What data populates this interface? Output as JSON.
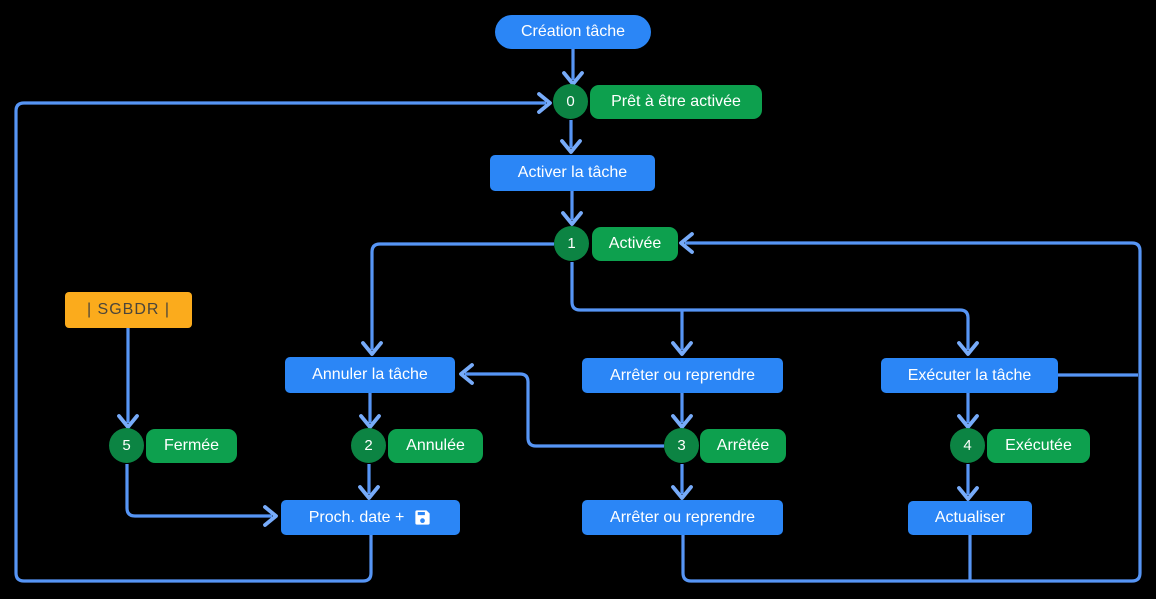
{
  "diagram": {
    "nodes": {
      "creation": {
        "label": "Création tâche"
      },
      "state0": {
        "number": "0",
        "label": "Prêt à être activée"
      },
      "activer": {
        "label": "Activer la tâche"
      },
      "state1": {
        "number": "1",
        "label": "Activée"
      },
      "sgbdr": {
        "label": "| SGBDR |"
      },
      "state5": {
        "number": "5",
        "label": "Fermée"
      },
      "annuler": {
        "label": "Annuler la tâche"
      },
      "state2": {
        "number": "2",
        "label": "Annulée"
      },
      "proch_date": {
        "label": "Proch. date +",
        "icon": "save-icon"
      },
      "arreter_haut": {
        "label": "Arrêter ou reprendre"
      },
      "state3": {
        "number": "3",
        "label": "Arrêtée"
      },
      "arreter_bas": {
        "label": "Arrêter ou reprendre"
      },
      "executer": {
        "label": "Exécuter la tâche"
      },
      "state4": {
        "number": "4",
        "label": "Exécutée"
      },
      "actualiser": {
        "label": "Actualiser"
      }
    },
    "edges": [
      {
        "from": "Création tâche",
        "to": "0 Prêt à être activée"
      },
      {
        "from": "0 Prêt à être activée",
        "to": "Activer la tâche"
      },
      {
        "from": "Activer la tâche",
        "to": "1 Activée"
      },
      {
        "from": "1 Activée",
        "to": "Annuler la tâche"
      },
      {
        "from": "1 Activée",
        "to": "Arrêter ou reprendre (haut)"
      },
      {
        "from": "1 Activée",
        "to": "Exécuter la tâche"
      },
      {
        "from": "| SGBDR |",
        "to": "5 Fermée"
      },
      {
        "from": "5 Fermée",
        "to": "Proch. date +"
      },
      {
        "from": "Annuler la tâche",
        "to": "2 Annulée"
      },
      {
        "from": "2 Annulée",
        "to": "Proch. date +"
      },
      {
        "from": "3 Arrêtée",
        "to": "Annuler la tâche"
      },
      {
        "from": "Arrêter ou reprendre (haut)",
        "to": "3 Arrêtée"
      },
      {
        "from": "3 Arrêtée",
        "to": "Arrêter ou reprendre (bas)"
      },
      {
        "from": "Exécuter la tâche",
        "to": "4 Exécutée"
      },
      {
        "from": "4 Exécutée",
        "to": "Actualiser"
      },
      {
        "from": "Proch. date +",
        "to": "0 Prêt à être activée"
      },
      {
        "from": "Arrêter ou reprendre (bas) + Actualiser + Exécuter la tâche",
        "to": "1 Activée"
      }
    ],
    "colors": {
      "background": "#000000",
      "action_blue": "#2B86F6",
      "connector_blue": "#5695F5",
      "arrowhead_blue": "#77ABF9",
      "state_green": "#0DA04E",
      "state_circle_green": "#0C8443",
      "sgbdr_orange": "#FBAB1C",
      "text_light": "#FFFFFF",
      "text_dark": "#4A453B"
    }
  }
}
